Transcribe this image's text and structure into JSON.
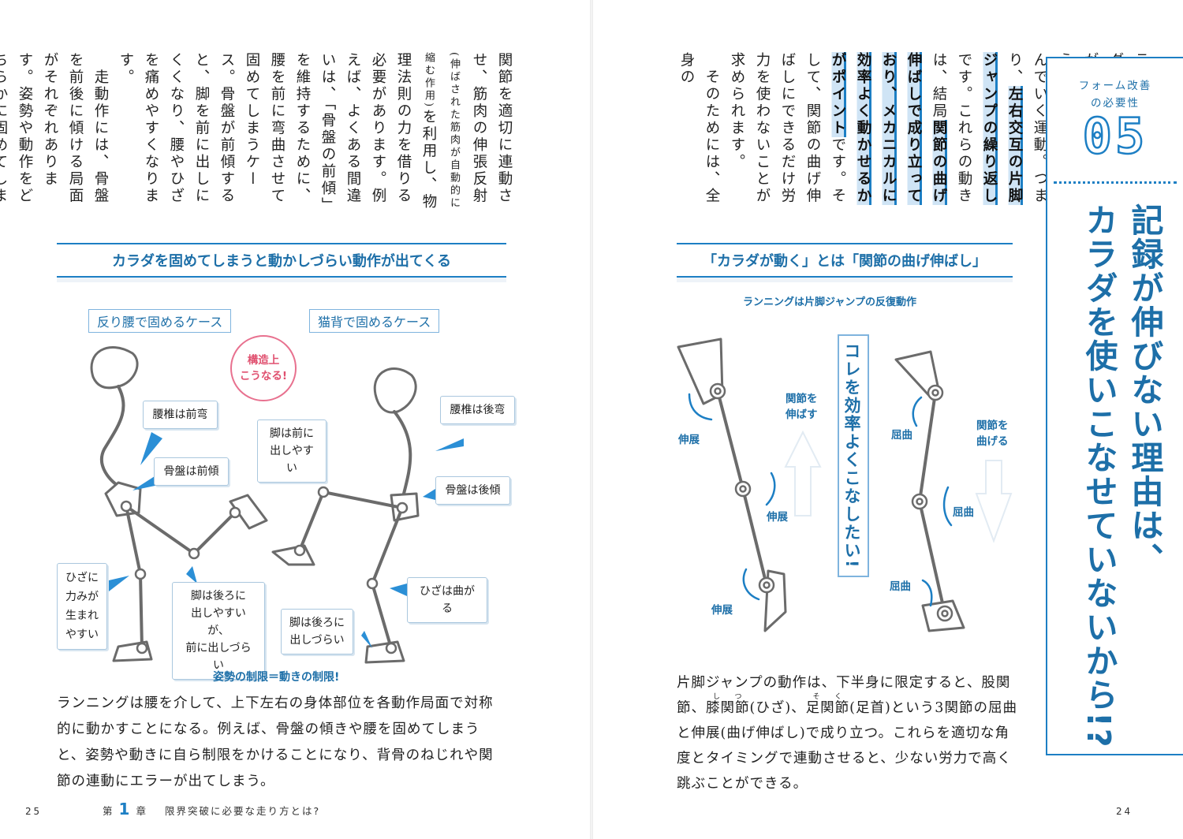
{
  "left_page": {
    "folio": "25",
    "running_head": {
      "prefix": "第",
      "chapter": "1",
      "suffix": "章",
      "title": "限界突破に必要な走り方とは?"
    },
    "column_text": {
      "before_small": "関節を適切に連動させ、筋肉の伸張反射",
      "small_note": "(伸ばされた筋肉が自動的に縮む作用)",
      "after_small": "を利用し、物理法則の力を借りる必要があります。例えば、よくある間違いは、「骨盤の前傾」を維持するために、腰を前に弯曲させて固めてしまうケース。骨盤が前傾すると、脚を前に出しにくくなり、腰やひざを痛めやすくなります。\n　走動作には、骨盤を前後に傾ける局面がそれぞれあります。姿勢や動作をどちらかに固めてしまうのは、自分自身の動作に自ら制限をかけてしまうことと同じなのです。"
    },
    "section_title": "カラダを固めてしまうと動かしづらい動作が出てくる",
    "case_a": "反り腰で固めるケース",
    "case_b": "猫背で固めるケース",
    "stamp": "構造上\nこうなる!",
    "bubbles": {
      "lumbar_lordosis": "腰椎は前弯",
      "pelvis_anterior": "骨盤は前傾",
      "knee_force": "ひざに\n力みが\n生まれ\nやすい",
      "leg_back_easy": "脚は後ろに\n出しやすいが、\n前に出しづらい",
      "leg_front_easy": "脚は前に\n出しやすい",
      "lumbar_kyphosis": "腰椎は後弯",
      "pelvis_posterior": "骨盤は後傾",
      "knee_bent": "ひざは曲がる",
      "leg_back_hard": "脚は後ろに\n出しづらい"
    },
    "caption": "姿勢の制限＝動きの制限!",
    "body_text": "ランニングは腰を介して、上下左右の身体部位を各動作局面で対称的に動かすことになる。例えば、骨盤の傾きや腰を固めてしまうと、姿勢や動きに自ら制限をかけることになり、背骨のねじれや関節の連動にエラーが出てしまう。"
  },
  "right_page": {
    "folio": "24",
    "column_text": {
      "p1_a": "ランニングは、カラダを伸び縮みさせながら、地面に力を加え、前方に跳んで進んでいく運動。つまり、",
      "hl1": "左右交互の片脚ジャンプの繰り返し",
      "p1_b": "です。これらの動きは、結局",
      "hl2": "関節の曲げ伸ばしで成り立っており、メカニカルに効率よく動かせるかがポイント",
      "p1_c": "です。そして、関節の曲げ伸ばしにできるだけ労力を使わないことが求められます。\n　そのためには、全身の"
    },
    "section_title": "「カラダが動く」とは「関節の曲げ伸ばし」",
    "sub_caption": "ランニングは片脚ジャンプの反復動作",
    "labels": {
      "extend_joint": "関節を\n伸ばす",
      "bend_joint": "関節を\n曲げる",
      "extension": "伸展",
      "flexion": "屈曲"
    },
    "vertical_slogan": "コレを効率よくこなしたい!",
    "body_text": {
      "a": "片脚ジャンプの動作は、下半身に限定すると、股関節、",
      "knee": "膝関節",
      "knee_ruby": "しつ",
      "b": "(ひざ)、",
      "ankle": "足関節",
      "ankle_ruby": "そく",
      "c": "(足首)という3関節の屈曲と伸展(曲げ伸ばし)で成り立つ。これらを適切な角度とタイミングで連動させると、少ない労力で高く跳ぶことができる。"
    }
  },
  "chapter_panel": {
    "kicker": "フォーム改善\nの必要性",
    "number": "05",
    "title": "記録が伸びない理由は、\nカラダを使いこなせていないから!?"
  },
  "colors": {
    "accent": "#1d7fc4",
    "accent_text": "#1d6fa8",
    "highlight": "#cfe4f5",
    "stamp": "#e0506f",
    "skeleton": "#6b6b6b",
    "panel_bg": "#eef3f8"
  }
}
